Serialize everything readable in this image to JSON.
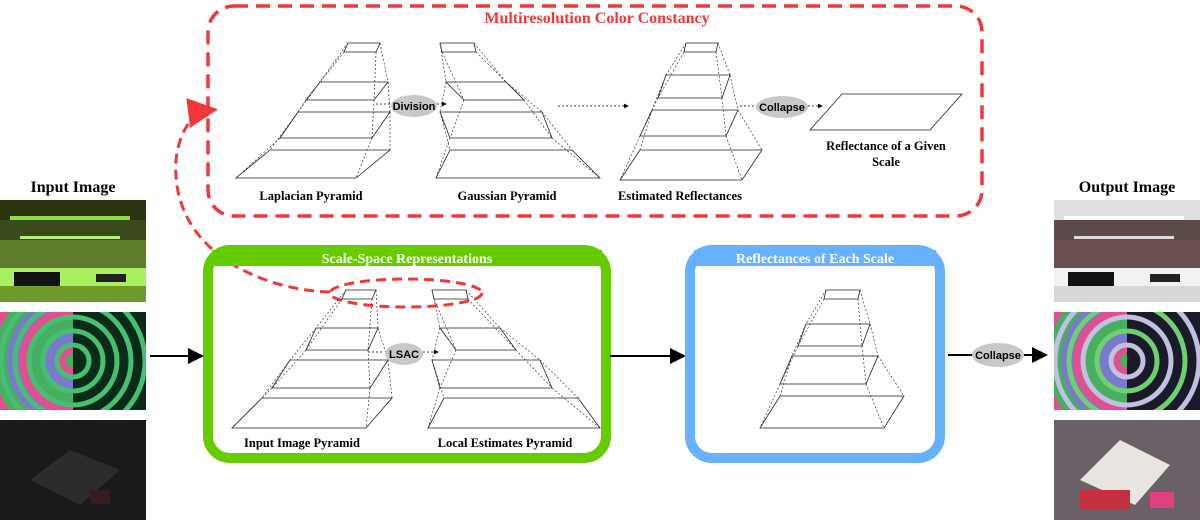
{
  "colors": {
    "red": "#f0383a",
    "green": "#66cc00",
    "blue": "#66b2ff"
  },
  "top_box": {
    "title": "Multiresolution Color Constancy",
    "laplacian_label": "Laplacian Pyramid",
    "gaussian_label": "Gaussian Pyramid",
    "estimated_label": "Estimated Reflectances",
    "reflectance_label_line1": "Reflectance of a Given",
    "reflectance_label_line2": "Scale",
    "division_op": "Division",
    "collapse_op": "Collapse"
  },
  "green_box": {
    "title": "Scale-Space Representations",
    "input_pyramid_label": "Input Image Pyramid",
    "local_pyramid_label": "Local Estimates Pyramid",
    "lsac_op": "LSAC"
  },
  "blue_box": {
    "title": "Reflectances of Each Scale"
  },
  "input_title": "Input Image",
  "output_title": "Output Image",
  "final_op": "Collapse",
  "thumbnails": [
    "kitchen",
    "spiral",
    "book"
  ]
}
